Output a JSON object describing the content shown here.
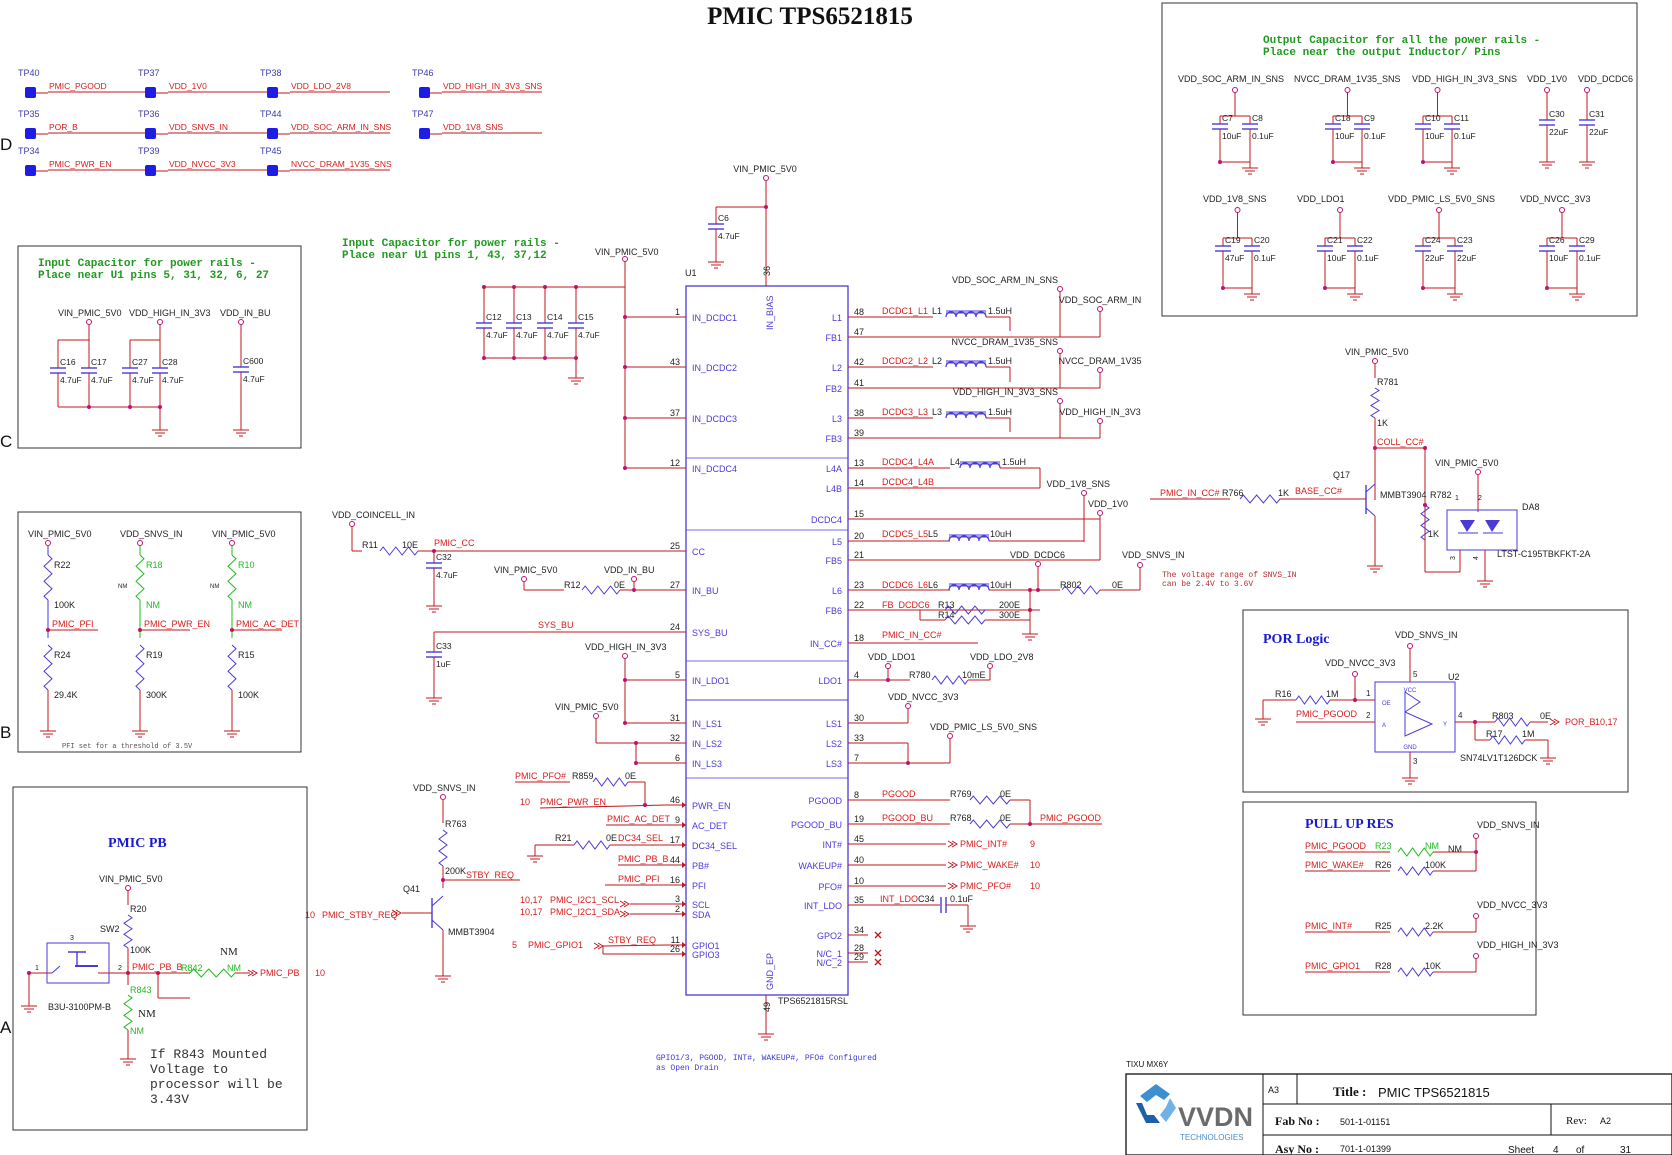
{
  "title": "PMIC TPS6521815",
  "zone_letters": [
    "D",
    "C",
    "B",
    "A"
  ],
  "colors": {
    "net": "#d81b1b",
    "wire": "#c0171b",
    "comp": "#4a3ad8",
    "text": "#222222",
    "nm": "#22bb22",
    "note": "#1f9a1f",
    "junction": "#c41070"
  },
  "testpoints": [
    {
      "ref": "TP40",
      "net": "PMIC_PGOOD"
    },
    {
      "ref": "TP37",
      "net": "VDD_1V0"
    },
    {
      "ref": "TP38",
      "net": "VDD_LDO_2V8"
    },
    {
      "ref": "TP46",
      "net": "VDD_HIGH_IN_3V3_SNS"
    },
    {
      "ref": "TP35",
      "net": "POR_B"
    },
    {
      "ref": "TP36",
      "net": "VDD_SNVS_IN"
    },
    {
      "ref": "TP44",
      "net": "VDD_SOC_ARM_IN_SNS"
    },
    {
      "ref": "TP47",
      "net": "VDD_1V8_SNS"
    },
    {
      "ref": "TP34",
      "net": "PMIC_PWR_EN"
    },
    {
      "ref": "TP39",
      "net": "VDD_NVCC_3V3"
    },
    {
      "ref": "TP45",
      "net": "NVCC_DRAM_1V35_SNS"
    }
  ],
  "out_caps": {
    "note": [
      "Output Capacitor for all the power rails -",
      "Place near the output Inductor/ Pins"
    ],
    "groups": [
      {
        "rail": "VDD_SOC_ARM_IN_SNS",
        "caps": [
          [
            "C7",
            "10uF"
          ],
          [
            "C8",
            "0.1uF"
          ]
        ]
      },
      {
        "rail": "NVCC_DRAM_1V35_SNS",
        "caps": [
          [
            "C18",
            "10uF"
          ],
          [
            "C9",
            "0.1uF"
          ]
        ]
      },
      {
        "rail": "VDD_HIGH_IN_3V3_SNS",
        "caps": [
          [
            "C10",
            "10uF"
          ],
          [
            "C11",
            "0.1uF"
          ]
        ]
      },
      {
        "rail": "VDD_1V0",
        "caps": [
          [
            "C30",
            "22uF"
          ]
        ]
      },
      {
        "rail": "VDD_DCDC6",
        "caps": [
          [
            "C31",
            "22uF"
          ]
        ]
      },
      {
        "rail": "VDD_1V8_SNS",
        "caps": [
          [
            "C19",
            "47uF"
          ],
          [
            "C20",
            "0.1uF"
          ]
        ]
      },
      {
        "rail": "VDD_LDO1",
        "caps": [
          [
            "C21",
            "10uF"
          ],
          [
            "C22",
            "0.1uF"
          ]
        ]
      },
      {
        "rail": "VDD_PMIC_LS_5V0_SNS",
        "caps": [
          [
            "C24",
            "22uF"
          ],
          [
            "C23",
            "22uF"
          ]
        ]
      },
      {
        "rail": "VDD_NVCC_3V3",
        "caps": [
          [
            "C26",
            "10uF"
          ],
          [
            "C29",
            "0.1uF"
          ]
        ]
      }
    ]
  },
  "in_caps_left": {
    "note": [
      "Input Capacitor for power rails -",
      "Place near U1 pins 5, 31, 32, 6, 27"
    ],
    "rails": [
      "VIN_PMIC_5V0",
      "VDD_HIGH_IN_3V3",
      "VDD_IN_BU"
    ],
    "caps": [
      [
        "C16",
        "4.7uF"
      ],
      [
        "C17",
        "4.7uF"
      ],
      [
        "C27",
        "4.7uF"
      ],
      [
        "C28",
        "4.7uF"
      ],
      [
        "C600",
        "4.7uF"
      ]
    ]
  },
  "in_caps_mid": {
    "note": [
      "Input Capacitor for power rails -",
      "Place near U1 pins 1, 43, 37,12"
    ],
    "rail": "VIN_PMIC_5V0",
    "caps": [
      [
        "C12",
        "4.7uF"
      ],
      [
        "C13",
        "4.7uF"
      ],
      [
        "C14",
        "4.7uF"
      ],
      [
        "C15",
        "4.7uF"
      ]
    ]
  },
  "u1": {
    "ref": "U1",
    "part": "TPS6521815RSL",
    "top_net": "VIN_PMIC_5V0",
    "bias_pin": "36",
    "bias_name": "IN_BIAS",
    "c6": [
      "C6",
      "4.7uF"
    ],
    "gnd_pin": "49",
    "gnd_name": "GND_EP",
    "left_pins": [
      [
        "1",
        "IN_DCDC1"
      ],
      [
        "43",
        "IN_DCDC2"
      ],
      [
        "37",
        "IN_DCDC3"
      ],
      [
        "12",
        "IN_DCDC4"
      ],
      [
        "25",
        "CC"
      ],
      [
        "27",
        "IN_BU"
      ],
      [
        "24",
        "SYS_BU"
      ],
      [
        "5",
        "IN_LDO1"
      ],
      [
        "31",
        "IN_LS1"
      ],
      [
        "32",
        "IN_LS2"
      ],
      [
        "6",
        "IN_LS3"
      ],
      [
        "46",
        "PWR_EN"
      ],
      [
        "9",
        "AC_DET"
      ],
      [
        "17",
        "DC34_SEL"
      ],
      [
        "44",
        "PB#"
      ],
      [
        "16",
        "PFI"
      ],
      [
        "3",
        "SCL"
      ],
      [
        "2",
        "SDA"
      ],
      [
        "11",
        "GPIO1"
      ],
      [
        "26",
        "GPIO3"
      ]
    ],
    "right_pins": [
      [
        "48",
        "L1"
      ],
      [
        "47",
        "FB1"
      ],
      [
        "42",
        "L2"
      ],
      [
        "41",
        "FB2"
      ],
      [
        "38",
        "L3"
      ],
      [
        "39",
        "FB3"
      ],
      [
        "13",
        "L4A"
      ],
      [
        "14",
        "L4B"
      ],
      [
        "15",
        "DCDC4"
      ],
      [
        "20",
        "L5"
      ],
      [
        "21",
        "FB5"
      ],
      [
        "23",
        "L6"
      ],
      [
        "22",
        "FB6"
      ],
      [
        "18",
        "IN_CC#"
      ],
      [
        "4",
        "LDO1"
      ],
      [
        "30",
        "LS1"
      ],
      [
        "33",
        "LS2"
      ],
      [
        "7",
        "LS3"
      ],
      [
        "8",
        "PGOOD"
      ],
      [
        "19",
        "PGOOD_BU"
      ],
      [
        "45",
        "INT#"
      ],
      [
        "40",
        "WAKEUP#"
      ],
      [
        "10",
        "PFO#"
      ],
      [
        "35",
        "INT_LDO"
      ],
      [
        "34",
        "GPO2"
      ],
      [
        "28",
        "N/C_1"
      ],
      [
        "29",
        "N/C_2"
      ]
    ]
  },
  "right_nets": {
    "l1": "DCDC1_L1",
    "l1ind": [
      "L1",
      "1.5uH"
    ],
    "fb1a": "VDD_SOC_ARM_IN_SNS",
    "fb1b": "VDD_SOC_ARM_IN",
    "l2": "DCDC2_L2",
    "l2ind": [
      "L2",
      "1.5uH"
    ],
    "fb2a": "NVCC_DRAM_1V35_SNS",
    "fb2b": "NVCC_DRAM_1V35",
    "l3": "DCDC3_L3",
    "l3ind": [
      "L3",
      "1.5uH"
    ],
    "fb3a": "VDD_HIGH_IN_3V3_SNS",
    "fb3b": "VDD_HIGH_IN_3V3",
    "l4a": "DCDC4_L4A",
    "l4b": "DCDC4_L4B",
    "l4ind": [
      "L4",
      "1.5uH"
    ],
    "dcdc4a": "VDD_1V8_SNS",
    "dcdc4b": "VDD_1V0",
    "l5": "DCDC5_L5",
    "l5ind": [
      "L5",
      "10uH"
    ],
    "l6": "DCDC6_L6",
    "l6ind": [
      "L6",
      "10uH"
    ],
    "dcdc6": "VDD_DCDC6",
    "snvs": "VDD_SNVS_IN",
    "r802": [
      "R802",
      "0E"
    ],
    "fb6": "FB_DCDC6",
    "r13": [
      "R13",
      "200E"
    ],
    "r14": [
      "R14",
      "300E"
    ],
    "snvs_note": [
      "The voltage range of SNVS_IN",
      "can be 2.4V to 3.6V"
    ],
    "incc": "PMIC_IN_CC#",
    "ldo1net": "VDD_LDO1",
    "ldo2v8": "VDD_LDO_2V8",
    "r780": [
      "R780",
      "10mE"
    ],
    "ls1": "VDD_NVCC_3V3",
    "ls23": "VDD_PMIC_LS_5V0_SNS",
    "pgood": "PGOOD",
    "pgoodbu": "PGOOD_BU",
    "r769": [
      "R769",
      "0E"
    ],
    "r768": [
      "R768",
      "0E"
    ],
    "pmic_pgood": "PMIC_PGOOD",
    "int": "PMIC_INT#",
    "int_sheet": "9",
    "wake": "PMIC_WAKE#",
    "wake_sheet": "10",
    "pfo": "PMIC_PFO#",
    "pfo_sheet": "10",
    "intldo": "INT_LDO",
    "c34": [
      "C34",
      "0.1uF"
    ]
  },
  "left_nets": {
    "coincell": "VDD_COINCELL_IN",
    "r11": [
      "R11",
      "10E"
    ],
    "pmic_cc": "PMIC_CC",
    "c32": [
      "C32",
      "4.7uF"
    ],
    "vinbu_left": "VIN_PMIC_5V0",
    "vddinbu": "VDD_IN_BU",
    "r12": [
      "R12",
      "0E"
    ],
    "sysbu": "SYS_BU",
    "c33": [
      "C33",
      "1uF"
    ],
    "ldo_in": "VDD_HIGH_IN_3V3",
    "ls_in": "VIN_PMIC_5V0",
    "pfo": "PMIC_PFO#",
    "r859": [
      "R859",
      "0E"
    ],
    "pwr_en": "PMIC_PWR_EN",
    "pwr_sheet": "10",
    "ac_det": "PMIC_AC_DET",
    "r21": [
      "R21",
      "0E"
    ],
    "dc34": "DC34_SEL",
    "pb": "PMIC_PB_B",
    "pfi": "PMIC_PFI",
    "scl": "PMIC_I2C1_SCL",
    "sda": "PMIC_I2C1_SDA",
    "i2c_sheet": "10,17",
    "gpio1": "PMIC_GPIO1",
    "gpio_sheet": "5",
    "stby": "STBY_REQ",
    "od_note": [
      "GPIO1/3, PGOOD, INT#, WAKEUP#, PFO# Configured",
      "as Open Drain"
    ]
  },
  "pfi_block": {
    "rails": [
      "VIN_PMIC_5V0",
      "VDD_SNVS_IN",
      "VIN_PMIC_5V0"
    ],
    "top": [
      [
        "R22",
        "100K"
      ],
      [
        "R18",
        "NM"
      ],
      [
        "R10",
        "NM"
      ]
    ],
    "mid": [
      "PMIC_PFI",
      "PMIC_PWR_EN",
      "PMIC_AC_DET"
    ],
    "bot": [
      [
        "R24",
        "29.4K"
      ],
      [
        "R19",
        "300K"
      ],
      [
        "R15",
        "100K"
      ]
    ],
    "nm_small": "NM",
    "note": "PFI set for a threshold of 3.5V"
  },
  "stby": {
    "rail": "VDD_SNVS_IN",
    "r763": [
      "R763",
      "200K"
    ],
    "net": "STBY_REQ",
    "q": "Q41",
    "part": "MMBT3904",
    "in_net": "PMIC_STBY_REQ",
    "in_sheet": "10"
  },
  "pb": {
    "title": "PMIC PB",
    "rail": "VIN_PMIC_5V0",
    "r20": [
      "R20",
      "100K"
    ],
    "sw": "SW2",
    "sw_part": "B3U-3100PM-B",
    "net": "PMIC_PB_B",
    "r842": [
      "R842",
      "NM"
    ],
    "nm": "NM",
    "out": "PMIC_PB",
    "out_sheet": "10",
    "r843": [
      "R843",
      "NM"
    ],
    "nm2": "NM",
    "note": [
      "If R843 Mounted",
      "Voltage to",
      "processor will be",
      "3.43V"
    ]
  },
  "led": {
    "rail": "VIN_PMIC_5V0",
    "r781": [
      "R781",
      "1K"
    ],
    "coll": "COLL_CC#",
    "in_net": "PMIC_IN_CC#",
    "r766": [
      "R766",
      "1K"
    ],
    "base": "BASE_CC#",
    "q": "Q17",
    "part": "MMBT3904",
    "r782": [
      "R782",
      "1K"
    ],
    "led_rail": "VIN_PMIC_5V0",
    "da": "DA8",
    "led_part": "LTST-C195TBKFKT-2A"
  },
  "por": {
    "title": "POR Logic",
    "snvs": "VDD_SNVS_IN",
    "nvcc": "VDD_NVCC_3V3",
    "r16": [
      "R16",
      "1M"
    ],
    "pgood": "PMIC_PGOOD",
    "u2": "U2",
    "u2_part": "SN74LV1T126DCK",
    "vcc": "VCC",
    "gnd": "GND",
    "oe": "OE",
    "a": "A",
    "y": "Y",
    "r803": [
      "R803",
      "0E"
    ],
    "r17": [
      "R17",
      "1M"
    ],
    "out": "POR_B",
    "out_sheet": "10,17"
  },
  "pullup": {
    "title": "PULL UP RES",
    "rows": [
      {
        "net": "PMIC_PGOOD",
        "ref": "R23",
        "val": "NM",
        "rail": "VDD_SNVS_IN",
        "nm": "NM"
      },
      {
        "net": "PMIC_WAKE#",
        "ref": "R26",
        "val": "100K",
        "rail": ""
      },
      {
        "net": "PMIC_INT#",
        "ref": "R25",
        "val": "2.2K",
        "rail": "VDD_NVCC_3V3"
      },
      {
        "net": "PMIC_GPIO1",
        "ref": "R28",
        "val": "10K",
        "rail": "VDD_HIGH_IN_3V3"
      }
    ]
  },
  "titleblock": {
    "project": "TIXU MX6Y",
    "size": "A3",
    "title_label": "Title :",
    "title": "PMIC TPS6521815",
    "fab_label": "Fab No :",
    "fab": "501-1-01151",
    "rev_label": "Rev:",
    "rev": "A2",
    "asy_label": "Asy No :",
    "asy": "701-1-01399",
    "sheet_label": "Sheet",
    "sheet": "4",
    "of": "of",
    "total": "31",
    "logo": "VVDN",
    "logo_sub": "TECHNOLOGIES"
  }
}
